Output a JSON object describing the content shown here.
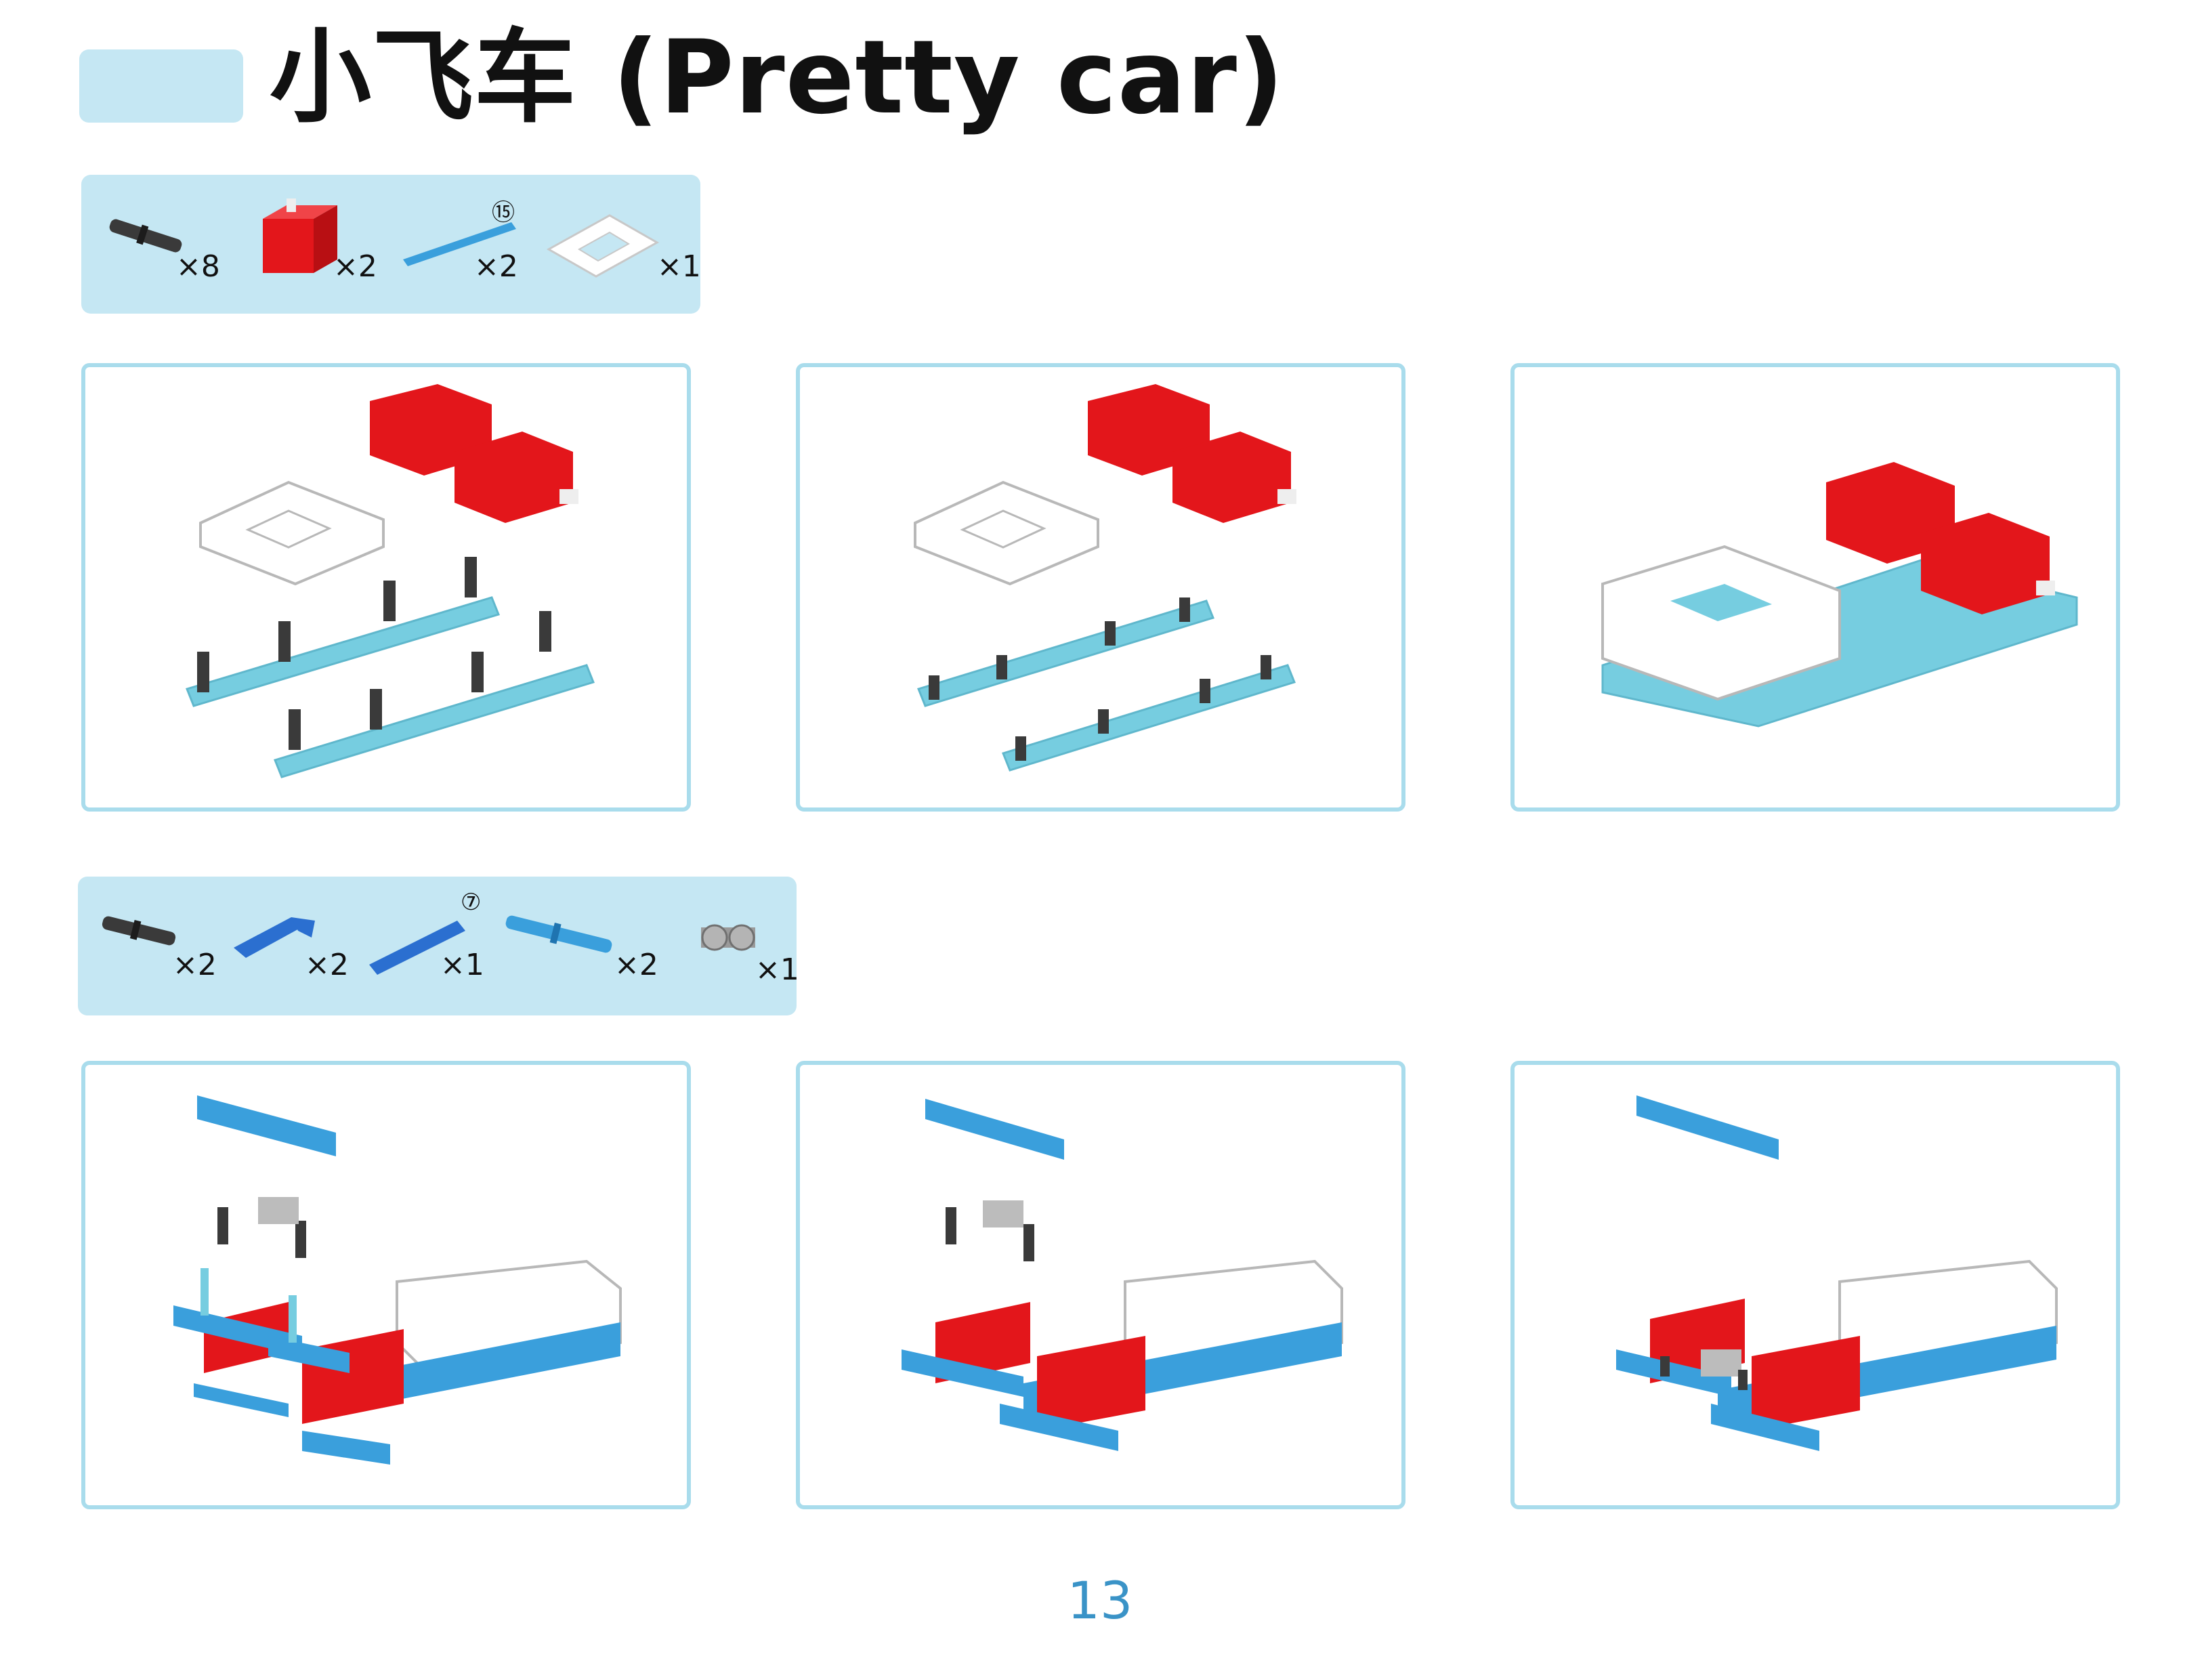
{
  "page": {
    "title": "小飞车 (Pretty car)",
    "page_number": "13"
  },
  "parts_list_1": {
    "items": [
      {
        "icon": "black-pin-icon",
        "quantity": "×8"
      },
      {
        "icon": "red-motor-icon",
        "quantity": "×2"
      },
      {
        "icon": "blue-beam-15-icon",
        "quantity": "×2",
        "length": "⑮"
      },
      {
        "icon": "white-frame-icon",
        "quantity": "×1"
      }
    ]
  },
  "parts_list_2": {
    "items": [
      {
        "icon": "black-pin-icon",
        "quantity": "×2"
      },
      {
        "icon": "blue-angle-beam-icon",
        "quantity": "×2"
      },
      {
        "icon": "blue-beam-7-icon",
        "quantity": "×1",
        "length": "⑦"
      },
      {
        "icon": "blue-axle-pin-icon",
        "quantity": "×2"
      },
      {
        "icon": "gray-connector-icon",
        "quantity": "×1"
      }
    ]
  },
  "steps": [
    {
      "name": "step-1"
    },
    {
      "name": "step-2"
    },
    {
      "name": "step-3"
    },
    {
      "name": "step-4"
    },
    {
      "name": "step-5"
    },
    {
      "name": "step-6"
    }
  ],
  "colors": {
    "accent_light": "#c5e7f3",
    "panel_border": "#a9dcec",
    "beam_cyan": "#76cde0",
    "beam_blue": "#3a9fdc",
    "motor_red": "#e3161b",
    "pin_black": "#3a3a3a",
    "page_number": "#3a93c7"
  }
}
